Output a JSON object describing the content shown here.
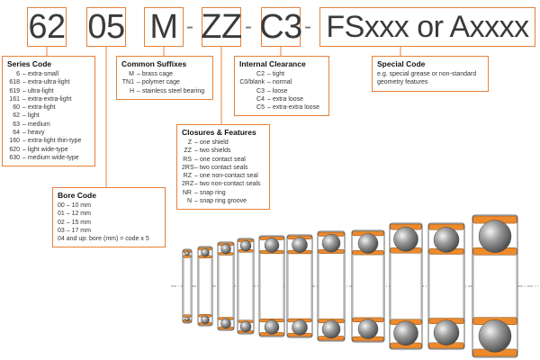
{
  "codes": {
    "series": "62",
    "bore": "05",
    "suffix": "M",
    "closure": "ZZ",
    "clearance": "C3",
    "special": "FSxxx or Axxxx"
  },
  "separator": "-",
  "series_code": {
    "title": "Series Code",
    "rows": [
      {
        "code": "6",
        "desc": "– extra-small"
      },
      {
        "code": "618",
        "desc": "– extra-ultra-light"
      },
      {
        "code": "619",
        "desc": "– ultra-light"
      },
      {
        "code": "161",
        "desc": "– extra-extra-light"
      },
      {
        "code": "60",
        "desc": "– extra-light"
      },
      {
        "code": "62",
        "desc": "– light"
      },
      {
        "code": "63",
        "desc": "– medium"
      },
      {
        "code": "64",
        "desc": "– heavy"
      },
      {
        "code": "160",
        "desc": "– extra-light thin-type"
      },
      {
        "code": "620",
        "desc": "– light wide-type"
      },
      {
        "code": "630",
        "desc": "– medium wide-type"
      }
    ]
  },
  "bore_code": {
    "title": "Bore Code",
    "rows": [
      "00 – 10 mm",
      "01 – 12 mm",
      "02 – 15 mm",
      "03 – 17 mm",
      "04 and up: bore (mm) = code x 5"
    ]
  },
  "common_suffixes": {
    "title": "Common Suffixes",
    "rows": [
      {
        "code": "M",
        "desc": "– brass cage"
      },
      {
        "code": "TN1",
        "desc": "– polymer cage"
      },
      {
        "code": "H",
        "desc": "– stainless steel bearing"
      }
    ]
  },
  "closures": {
    "title": "Closures & Features",
    "rows": [
      {
        "code": "Z",
        "desc": "– one shield"
      },
      {
        "code": "ZZ",
        "desc": "– two shields"
      },
      {
        "code": "RS",
        "desc": "– one contact seal"
      },
      {
        "code": "2RS",
        "desc": "– two contact seals"
      },
      {
        "code": "RZ",
        "desc": "– one non-contact seal"
      },
      {
        "code": "2RZ",
        "desc": "– two non-contact seals"
      },
      {
        "code": "NR",
        "desc": "– snap ring"
      },
      {
        "code": "N",
        "desc": "– snap ring groove"
      }
    ]
  },
  "internal_clearance": {
    "title": "Internal Clearance",
    "rows": [
      {
        "code": "C2",
        "desc": "– tight"
      },
      {
        "code": "C0/blank",
        "desc": "– normal"
      },
      {
        "code": "C3",
        "desc": "– loose"
      },
      {
        "code": "C4",
        "desc": "– extra loose"
      },
      {
        "code": "C5",
        "desc": "– extra-extra loose"
      }
    ]
  },
  "special_code": {
    "title": "Special Code",
    "rows": [
      "e.g. special grease or non-standard",
      "geometry features"
    ]
  },
  "colors": {
    "accent": "#e6813b",
    "ring": "#ee8a2c",
    "ball": "#8a8a8a",
    "text": "#333333"
  }
}
